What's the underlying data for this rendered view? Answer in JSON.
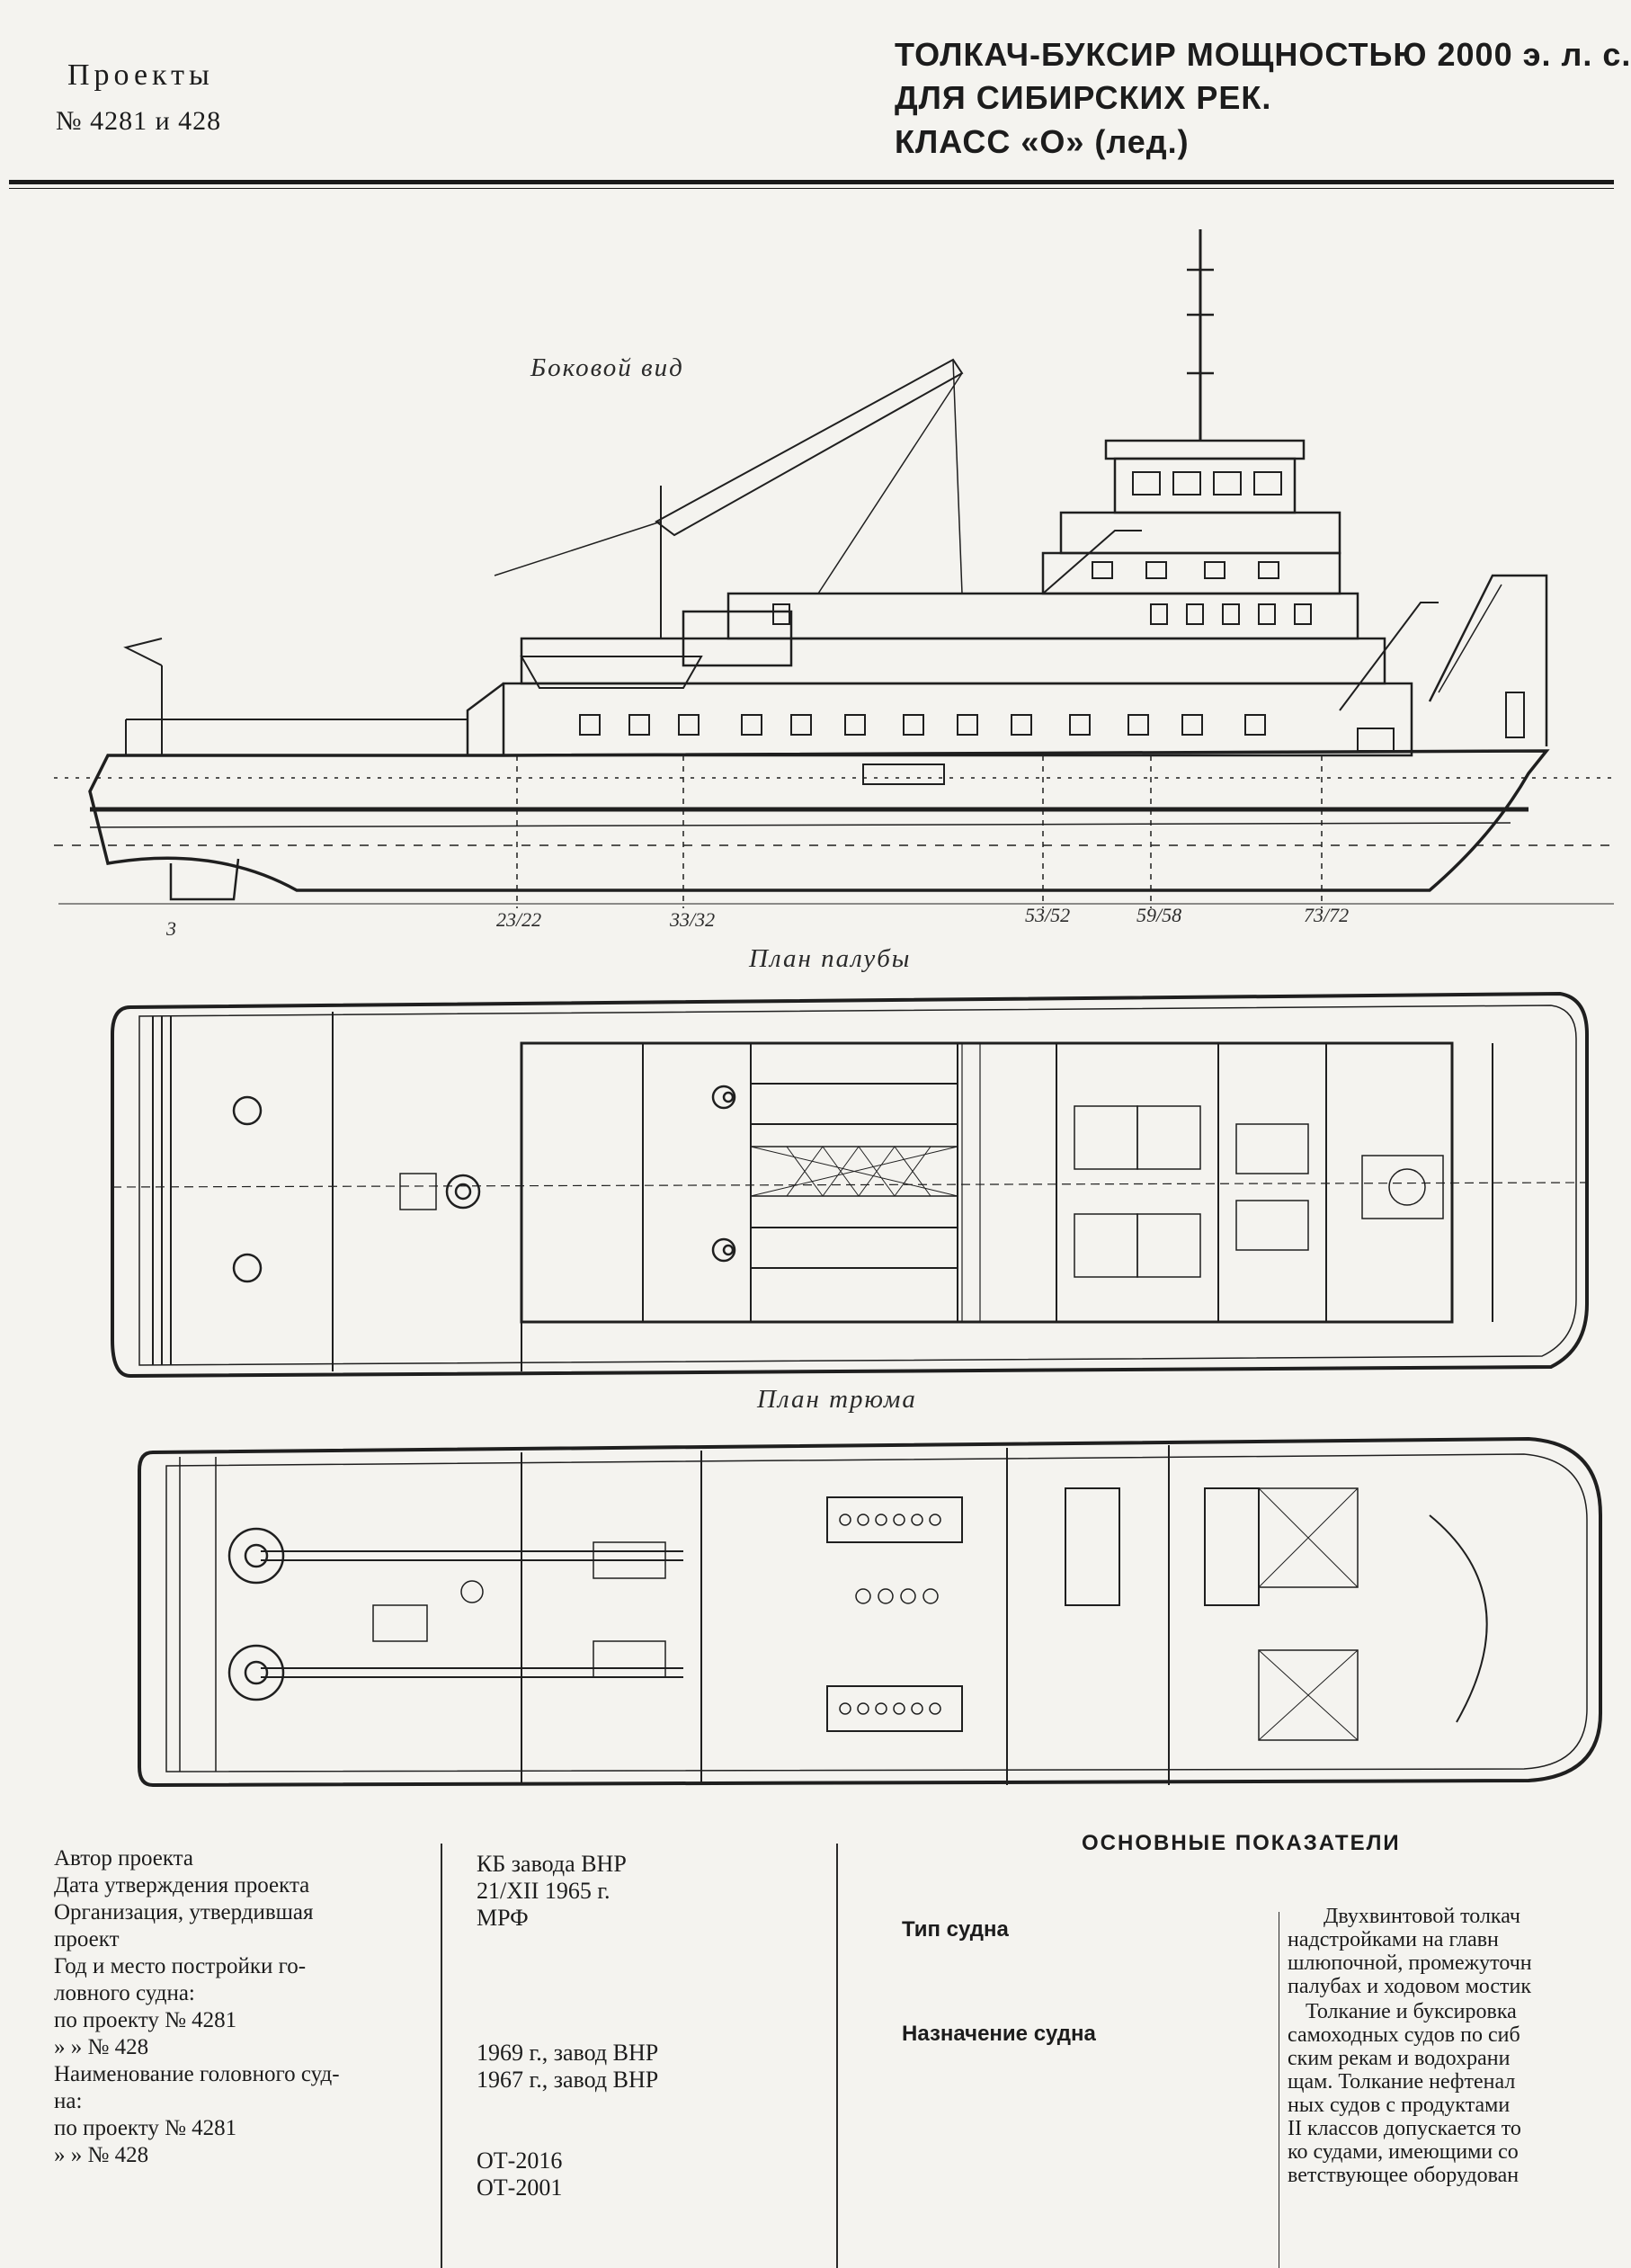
{
  "header": {
    "projects_label": "Проекты",
    "project_numbers": "№ 4281 и 428",
    "title_line1": "ТОЛКАЧ-БУКСИР МОЩНОСТЬЮ 2000 э. л. с.",
    "title_line2": "ДЛЯ СИБИРСКИХ РЕК.",
    "title_line3": "КЛАСС «О» (лед.)"
  },
  "views": {
    "side_view": "Боковой вид",
    "deck_plan": "План палубы",
    "hold_plan": "План трюма",
    "frame_marks": [
      "3",
      "23/22",
      "33/32",
      "53/52",
      "59/58",
      "73/72"
    ]
  },
  "project_info": {
    "labels": [
      "Автор проекта",
      "Дата утверждения проекта",
      "Организация,      утвердившая",
      "проект",
      "Год  и  место   постройки  го-",
      "ловного судна:",
      "    по проекту  № 4281",
      "    »       »        № 428",
      "Наименование головного суд-",
      "на:",
      "    по проекту  № 4281",
      "    »       »        № 428"
    ],
    "values": [
      "КБ  завода  ВНР",
      "21/XII 1965 г.",
      "МРФ",
      "1969 г., завод ВНР",
      "1967 г., завод ВНР",
      "ОТ-2016",
      "ОТ-2001"
    ]
  },
  "main_indicators": {
    "title": "ОСНОВНЫЕ ПОКАЗАТЕЛИ",
    "ship_type_label": "Тип судна",
    "ship_type_text": [
      "Двухвинтовой   толкач",
      "надстройками   на  главн",
      "шлюпочной,  промежуточн",
      "палубах и ходовом мостик"
    ],
    "purpose_label": "Назначение судна",
    "purpose_text": [
      "Толкание и буксировка",
      "самоходных судов по  сиб",
      "ским  рекам и водохрани",
      "щам. Толкание  нефтенал",
      "ных судов с продуктами",
      "II классов допускается то",
      "ко судами,  имеющими со",
      "ветствующее  оборудован"
    ]
  }
}
